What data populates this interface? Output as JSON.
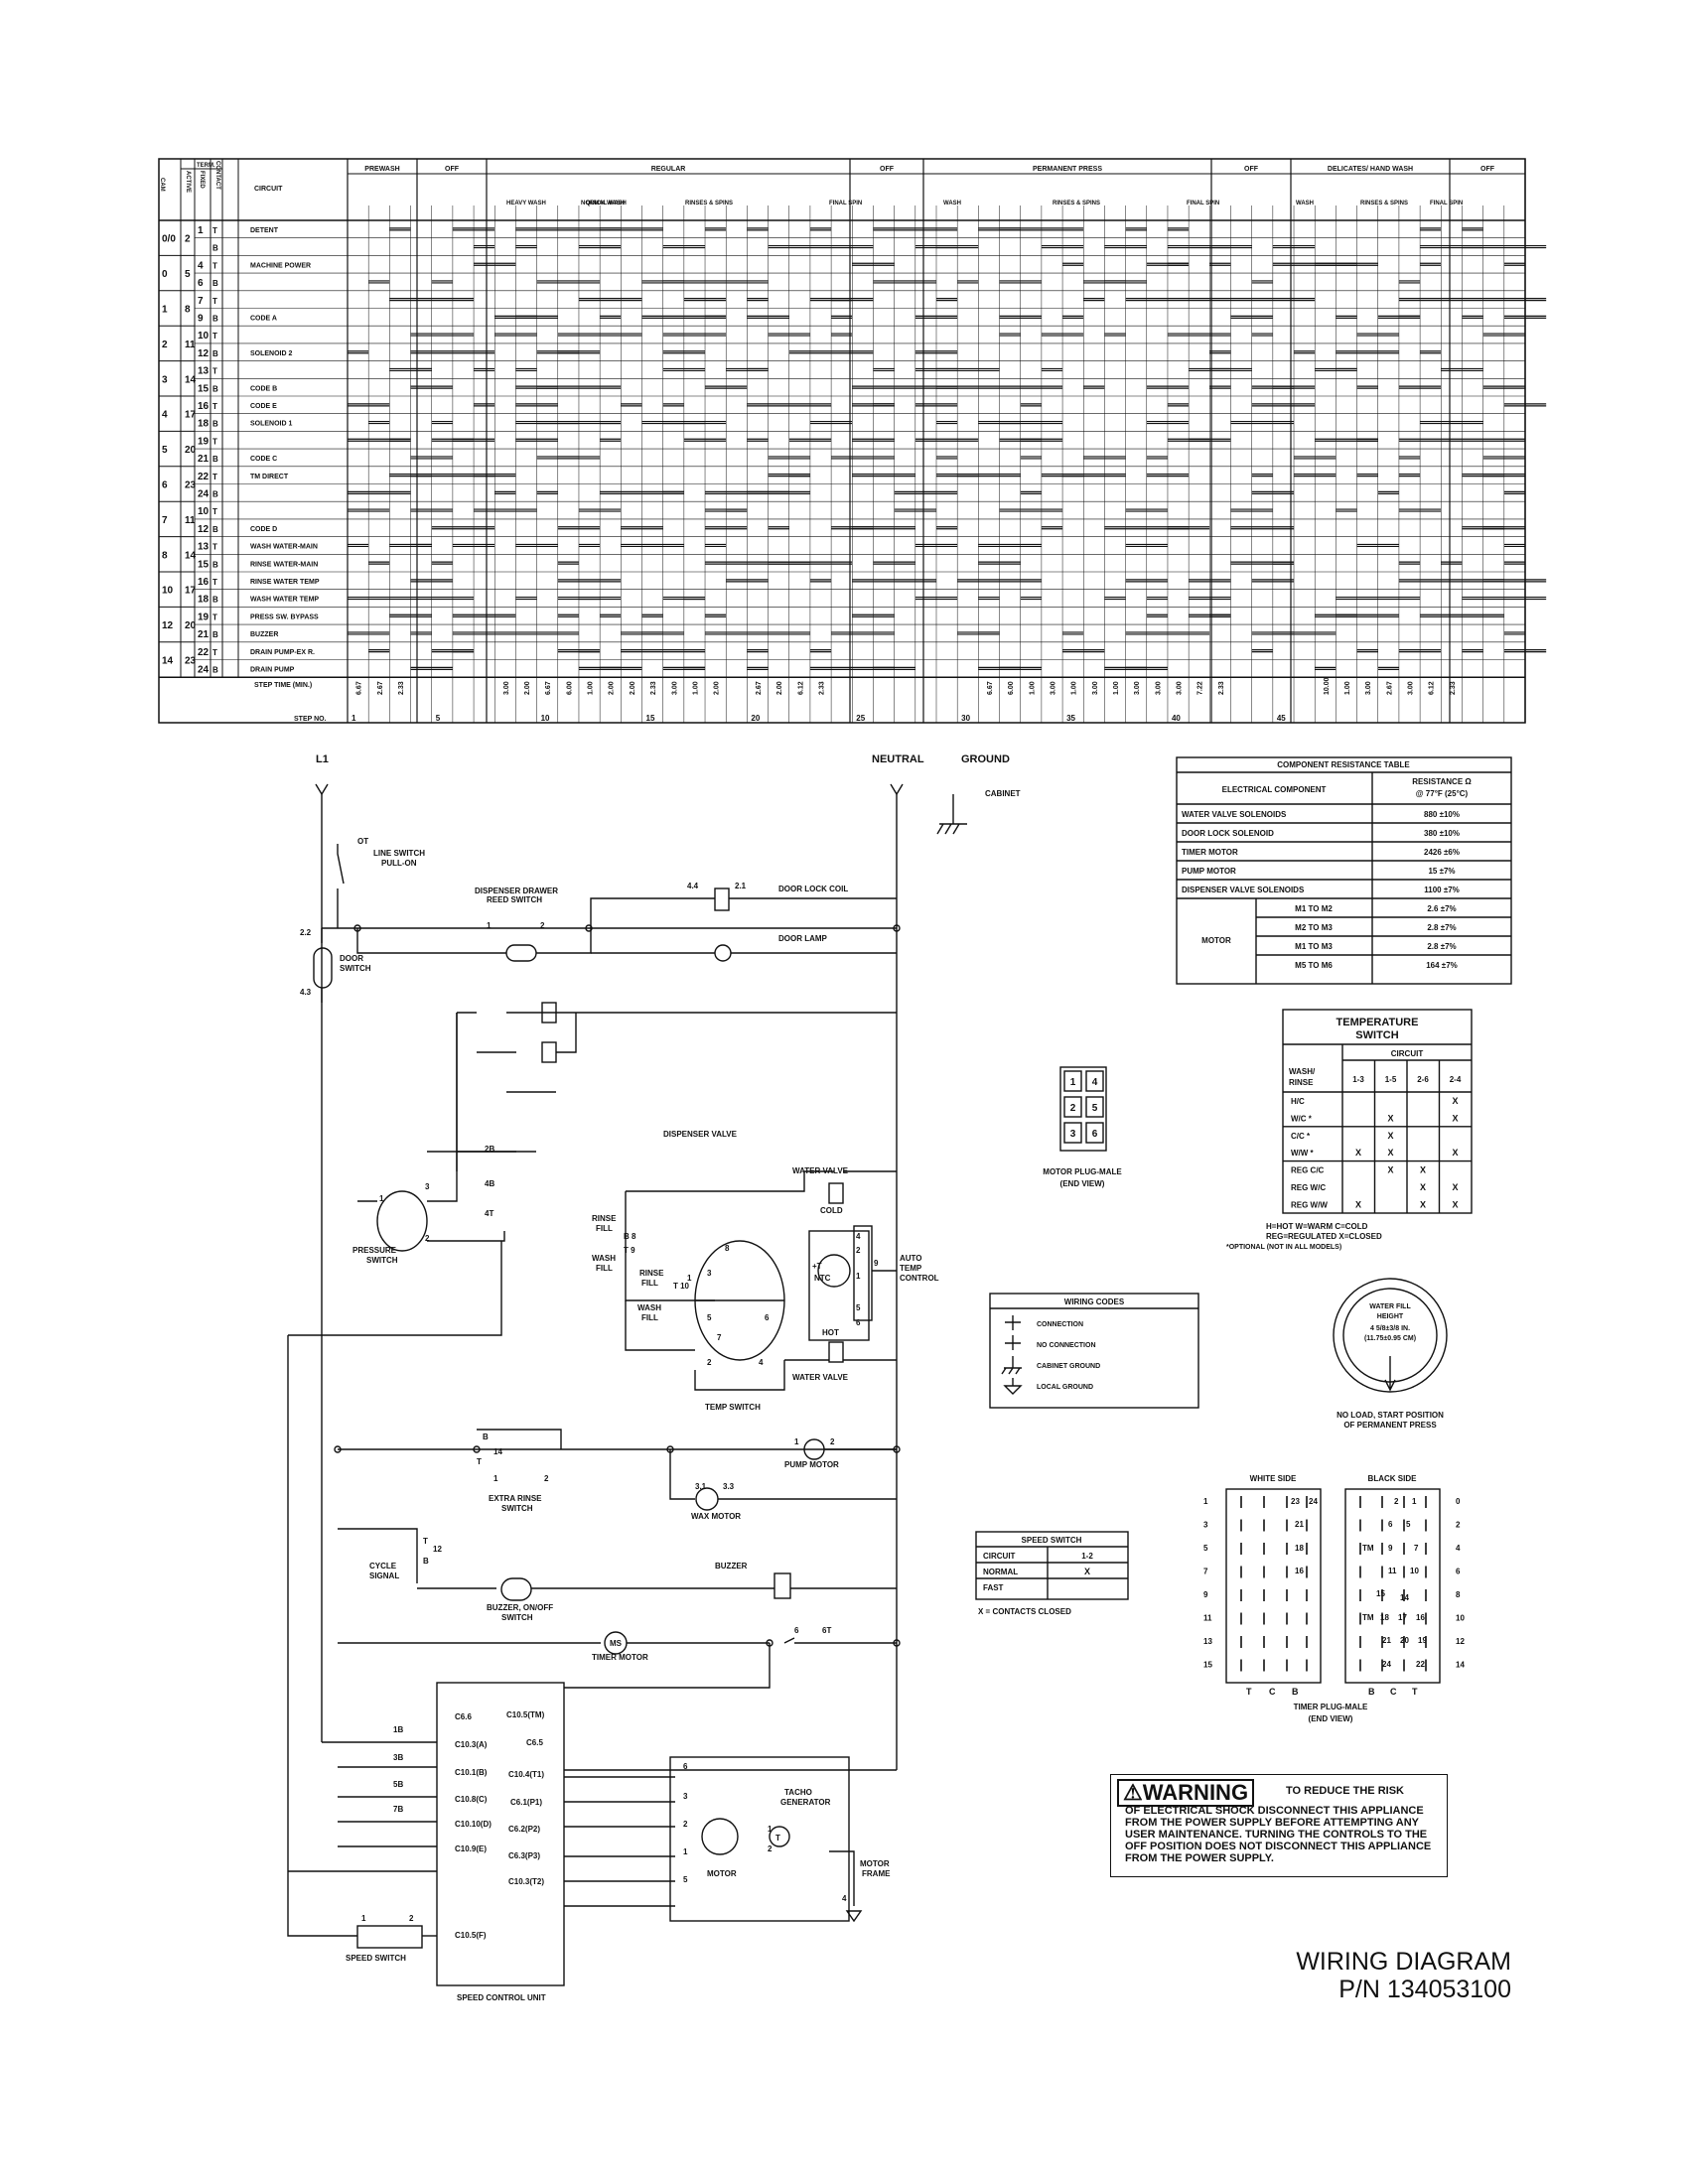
{
  "chart": {
    "header": {
      "cam": "CAM",
      "term": "TERM.",
      "active": "ACTIVE",
      "fixed": "FIXED",
      "contact": "CONTACT",
      "circuit": "CIRCUIT"
    },
    "groups": [
      {
        "label": "PREWASH"
      },
      {
        "label": "OFF"
      },
      {
        "label": "REGULAR"
      },
      {
        "label": "OFF"
      },
      {
        "label": "PERMANENT PRESS"
      },
      {
        "label": "OFF"
      },
      {
        "label": "DELICATES/ HAND WASH"
      },
      {
        "label": "OFF"
      }
    ],
    "subgroups": [
      "HEAVY WASH",
      "NORMAL WASH",
      "QUICK WASH",
      "RINSES & SPINS",
      "FINAL SPIN",
      "WASH",
      "RINSES & SPINS",
      "FINAL SPIN",
      "WASH",
      "RINSES & SPINS",
      "FINAL SPIN"
    ],
    "rows": [
      {
        "cam": "0/0",
        "active": "2",
        "fixed": "1",
        "contact": "T",
        "circuit": "DETENT"
      },
      {
        "cam": "",
        "active": "",
        "fixed": "",
        "contact": "B",
        "circuit": ""
      },
      {
        "cam": "0",
        "active": "5",
        "fixed": "4",
        "contact": "T",
        "circuit": "MACHINE POWER"
      },
      {
        "cam": "",
        "active": "",
        "fixed": "6",
        "contact": "B",
        "circuit": ""
      },
      {
        "cam": "1",
        "active": "8",
        "fixed": "7",
        "contact": "T",
        "circuit": ""
      },
      {
        "cam": "",
        "active": "",
        "fixed": "9",
        "contact": "B",
        "circuit": "CODE A"
      },
      {
        "cam": "2",
        "active": "11",
        "fixed": "10",
        "contact": "T",
        "circuit": ""
      },
      {
        "cam": "",
        "active": "",
        "fixed": "12",
        "contact": "B",
        "circuit": "SOLENOID 2"
      },
      {
        "cam": "3",
        "active": "14",
        "fixed": "13",
        "contact": "T",
        "circuit": ""
      },
      {
        "cam": "",
        "active": "",
        "fixed": "15",
        "contact": "B",
        "circuit": "CODE B"
      },
      {
        "cam": "4",
        "active": "17",
        "fixed": "16",
        "contact": "T",
        "circuit": "CODE E"
      },
      {
        "cam": "",
        "active": "",
        "fixed": "18",
        "contact": "B",
        "circuit": "SOLENOID 1"
      },
      {
        "cam": "5",
        "active": "20",
        "fixed": "19",
        "contact": "T",
        "circuit": ""
      },
      {
        "cam": "",
        "active": "",
        "fixed": "21",
        "contact": "B",
        "circuit": "CODE C"
      },
      {
        "cam": "6",
        "active": "23",
        "fixed": "22",
        "contact": "T",
        "circuit": "TM DIRECT"
      },
      {
        "cam": "",
        "active": "",
        "fixed": "24",
        "contact": "B",
        "circuit": ""
      },
      {
        "cam": "7",
        "active": "11",
        "fixed": "10",
        "contact": "T",
        "circuit": ""
      },
      {
        "cam": "",
        "active": "",
        "fixed": "12",
        "contact": "B",
        "circuit": "CODE D"
      },
      {
        "cam": "8",
        "active": "14",
        "fixed": "13",
        "contact": "T",
        "circuit": "WASH WATER-MAIN"
      },
      {
        "cam": "",
        "active": "",
        "fixed": "15",
        "contact": "B",
        "circuit": "RINSE WATER-MAIN"
      },
      {
        "cam": "10",
        "active": "17",
        "fixed": "16",
        "contact": "T",
        "circuit": "RINSE WATER TEMP"
      },
      {
        "cam": "",
        "active": "",
        "fixed": "18",
        "contact": "B",
        "circuit": "WASH WATER TEMP"
      },
      {
        "cam": "12",
        "active": "20",
        "fixed": "19",
        "contact": "T",
        "circuit": "PRESS SW. BYPASS"
      },
      {
        "cam": "",
        "active": "",
        "fixed": "21",
        "contact": "B",
        "circuit": "BUZZER"
      },
      {
        "cam": "14",
        "active": "23",
        "fixed": "22",
        "contact": "T",
        "circuit": "DRAIN PUMP-EX R."
      },
      {
        "cam": "",
        "active": "",
        "fixed": "24",
        "contact": "B",
        "circuit": "DRAIN PUMP"
      }
    ],
    "step_time_label": "STEP TIME (MIN.)",
    "step_no_label": "STEP NO.",
    "step_times": [
      "6.67",
      "2.67",
      "2.33",
      "",
      "",
      "",
      "",
      "3.00",
      "2.00",
      "6.67",
      "6.00",
      "1.00",
      "2.00",
      "2.00",
      "2.33",
      "3.00",
      "1.00",
      "2.00",
      "",
      "2.67",
      "2.00",
      "6.12",
      "2.33",
      "",
      "",
      "",
      "",
      "",
      "",
      "",
      "6.67",
      "6.00",
      "1.00",
      "3.00",
      "1.00",
      "3.00",
      "1.00",
      "3.00",
      "3.00",
      "3.00",
      "7.22",
      "2.33",
      "",
      "",
      "",
      "",
      "10.00",
      "1.00",
      "3.00",
      "2.67",
      "3.00",
      "6.12",
      "2.33"
    ],
    "step_numbers": [
      "1",
      "5",
      "10",
      "15",
      "20",
      "25",
      "30",
      "35",
      "40",
      "45"
    ]
  },
  "schematic": {
    "labels": {
      "l1": "L1",
      "neutral": "NEUTRAL",
      "ground": "GROUND",
      "cabinet": "CABINET",
      "ot": "OT",
      "line_switch": "LINE SWITCH",
      "pull_on": "PULL-ON",
      "reed1": "DISPENSER DRAWER",
      "reed2": "REED SWITCH",
      "reed_p1": "1",
      "reed_p2": "2",
      "dl_4": "4.4",
      "dl_2": "2.1",
      "door_lock": "DOOR LOCK COIL",
      "door_lamp": "DOOR LAMP",
      "door_22": "2.2",
      "door_43": "4.3",
      "door_switch1": "DOOR",
      "door_switch2": "SWITCH",
      "t2b": "2B",
      "t4b": "4B",
      "t4t": "4T",
      "dispenser_valve": "DISPENSER VALVE",
      "pressure1": "PRESSURE",
      "pressure2": "SWITCH",
      "ps1": "1",
      "ps2": "2",
      "ps3": "3",
      "rinse_fill1": "RINSE",
      "rinse_fill2": "FILL",
      "wash_fill1": "WASH",
      "wash_fill2": "FILL",
      "b8": "B 8",
      "t9": "T 9",
      "rf1": "RINSE",
      "rf2": "FILL",
      "t10": "T 10",
      "wf1": "WASH",
      "wf2": "FILL",
      "ts1": "1",
      "ts2": "2",
      "ts3": "3",
      "ts4": "4",
      "ts5": "5",
      "ts6": "6",
      "ts7": "7",
      "ts8": "8",
      "temp_switch": "TEMP SWITCH",
      "wv_top": "WATER VALVE",
      "cold": "COLD",
      "hot": "HOT",
      "wv_bot": "WATER VALVE",
      "ntc": "NTC",
      "ntc_t": "+T",
      "atc1": "AUTO",
      "atc2": "TEMP",
      "atc3": "CONTROL",
      "p4": "4",
      "p2": "2",
      "p9": "9",
      "p1": "1",
      "p5": "5",
      "p6": "6",
      "er_b": "B",
      "er_14": "14",
      "er_t": "T",
      "er_1": "1",
      "er_2": "2",
      "extra_rinse1": "EXTRA RINSE",
      "extra_rinse2": "SWITCH",
      "pump_1": "1",
      "pump_2": "2",
      "pump_motor": "PUMP MOTOR",
      "wax_31": "3.1",
      "wax_33": "3.3",
      "wax_motor": "WAX MOTOR",
      "cs_t": "T",
      "cs_12": "12",
      "cs_b": "B",
      "cycle1": "CYCLE",
      "cycle2": "SIGNAL",
      "buzzer": "BUZZER",
      "buzzer_sw1": "BUZZER, ON/OFF",
      "buzzer_sw2": "SWITCH",
      "ms": "MS",
      "timer_motor": "TIMER MOTOR",
      "t6": "6",
      "t6t": "6T",
      "t1b": "1B",
      "t3b": "3B",
      "t5b": "5B",
      "t7b": "7B",
      "c66": "C6.6",
      "c103a": "C10.3(A)",
      "c101b": "C10.1(B)",
      "c108c": "C10.8(C)",
      "c1010d": "C10.10(D)",
      "c109e": "C10.9(E)",
      "c105f": "C10.5(F)",
      "c105tm": "C10.5(TM)",
      "c65": "C6.5",
      "c104t1": "C10.4(T1)",
      "c61p1": "C6.1(P1)",
      "c62p2": "C6.2(P2)",
      "c63p3": "C6.3(P3)",
      "c103t2": "C10.3(T2)",
      "m6": "6",
      "m3": "3",
      "m2": "2",
      "m1": "1",
      "m5": "5",
      "motor": "MOTOR",
      "tacho1": "TACHO",
      "tacho2": "GENERATOR",
      "tg_1": "1",
      "tg_2": "2",
      "tg_t": "T",
      "mf4": "4",
      "motor_frame1": "MOTOR",
      "motor_frame2": "FRAME",
      "sp_1": "1",
      "sp_2": "2",
      "speed_switch": "SPEED SWITCH",
      "speed_control": "SPEED CONTROL UNIT"
    }
  },
  "resistance_table": {
    "title": "COMPONENT RESISTANCE TABLE",
    "col1": "ELECTRICAL COMPONENT",
    "col2a": "RESISTANCE  Ω",
    "col2b": "@ 77°F (25°C)",
    "rows": [
      {
        "name": "WATER VALVE SOLENOIDS",
        "value": "880 ±10%"
      },
      {
        "name": "DOOR LOCK SOLENOID",
        "value": "380 ±10%"
      },
      {
        "name": "TIMER MOTOR",
        "value": "2426 ±6%"
      },
      {
        "name": "PUMP MOTOR",
        "value": "15 ±7%"
      },
      {
        "name": "DISPENSER VALVE SOLENOIDS",
        "value": "1100 ±7%"
      }
    ],
    "motor_label": "MOTOR",
    "motor_rows": [
      {
        "name": "M1 TO M2",
        "value": "2.6 ±7%"
      },
      {
        "name": "M2 TO M3",
        "value": "2.8 ±7%"
      },
      {
        "name": "M1 TO M3",
        "value": "2.8 ±7%"
      },
      {
        "name": "M5 TO M6",
        "value": "164 ±7%"
      }
    ]
  },
  "temp_switch": {
    "title1": "TEMPERATURE",
    "title2": "SWITCH",
    "circuit": "CIRCUIT",
    "h1": "WASH/",
    "h2": "RINSE",
    "cols": [
      "1-3",
      "1-5",
      "2-6",
      "2-4"
    ],
    "rows": [
      {
        "label": "H/C",
        "marks": [
          "",
          "",
          "",
          "X"
        ]
      },
      {
        "label": "W/C *",
        "marks": [
          "",
          "X",
          "",
          "X"
        ]
      },
      {
        "label": "C/C *",
        "marks": [
          "",
          "X",
          "",
          ""
        ]
      },
      {
        "label": "W/W *",
        "marks": [
          "X",
          "X",
          "",
          "X"
        ]
      },
      {
        "label": "REG C/C",
        "marks": [
          "",
          "X",
          "X",
          ""
        ]
      },
      {
        "label": "REG W/C",
        "marks": [
          "",
          "",
          "X",
          "X"
        ]
      },
      {
        "label": "REG W/W",
        "marks": [
          "X",
          "",
          "X",
          "X"
        ]
      }
    ],
    "legend1": "H=HOT  W=WARM  C=COLD",
    "legend2": "REG=REGULATED  X=CLOSED",
    "legend3": "*OPTIONAL (NOT IN ALL MODELS)"
  },
  "motor_plug": {
    "pins": [
      "1",
      "4",
      "2",
      "5",
      "3",
      "6"
    ],
    "label1": "MOTOR PLUG-MALE",
    "label2": "(END VIEW)"
  },
  "wiring_codes": {
    "title": "WIRING CODES",
    "items": [
      "CONNECTION",
      "NO CONNECTION",
      "CABINET GROUND",
      "LOCAL GROUND"
    ]
  },
  "water_fill": {
    "l1": "WATER FILL",
    "l2": "HEIGHT",
    "l3": "4 5/8±3/8 IN.",
    "l4": "(11.75±0.95 CM)",
    "note1": "NO LOAD, START POSITION",
    "note2": "OF PERMANENT PRESS"
  },
  "speed_switch_table": {
    "title": "SPEED SWITCH",
    "circuit": "CIRCUIT",
    "col": "1-2",
    "rows": [
      {
        "label": "NORMAL",
        "mark": "X"
      },
      {
        "label": "FAST",
        "mark": ""
      }
    ],
    "note": "X = CONTACTS CLOSED"
  },
  "timer_plug": {
    "white": "WHITE SIDE",
    "black": "BLACK SIDE",
    "left_nums": [
      "1",
      "3",
      "5",
      "7",
      "9",
      "11",
      "13",
      "15"
    ],
    "right_nums": [
      "0",
      "2",
      "4",
      "6",
      "8",
      "10",
      "12",
      "14"
    ],
    "white_inner": [
      "23",
      "24",
      "21",
      "18",
      "16"
    ],
    "black_inner": [
      "2",
      "1",
      "6",
      "5",
      "TM",
      "9",
      "7",
      "11",
      "10",
      "15",
      "14",
      "TM",
      "18",
      "17",
      "16",
      "21",
      "20",
      "19",
      "24",
      "22"
    ],
    "white_bottom": [
      "T",
      "C",
      "B"
    ],
    "black_bottom": [
      "B",
      "C",
      "T"
    ],
    "label1": "TIMER PLUG-MALE",
    "label2": "(END VIEW)"
  },
  "warning": {
    "head": "WARNING",
    "first": "TO REDUCE THE RISK",
    "text": "OF ELECTRICAL SHOCK DISCONNECT THIS APPLIANCE FROM THE POWER SUPPLY BEFORE ATTEMPTING ANY USER MAINTENANCE. TURNING THE CONTROLS TO THE OFF POSITION DOES NOT DISCONNECT THIS APPLIANCE FROM THE POWER SUPPLY."
  },
  "title": {
    "line1": "WIRING DIAGRAM",
    "line2": "P/N 134053100"
  }
}
